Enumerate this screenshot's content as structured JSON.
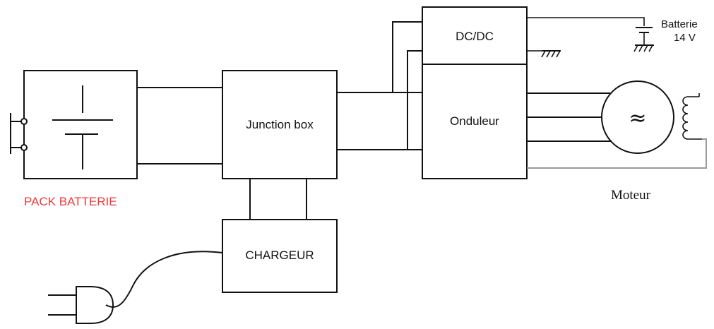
{
  "labels": {
    "pack_batterie": "PACK BATTERIE",
    "junction_box": "Junction box",
    "chargeur": "CHARGEUR",
    "dcdc": "DC/DC",
    "onduleur": "Onduleur",
    "batterie_title": "Batterie",
    "batterie_voltage": "14 V",
    "moteur": "Moteur",
    "moteur_symbol": "≈"
  },
  "colors": {
    "line": "#111111",
    "pack_label": "#ee3b3b",
    "return_wire": "#9a9a9a"
  }
}
